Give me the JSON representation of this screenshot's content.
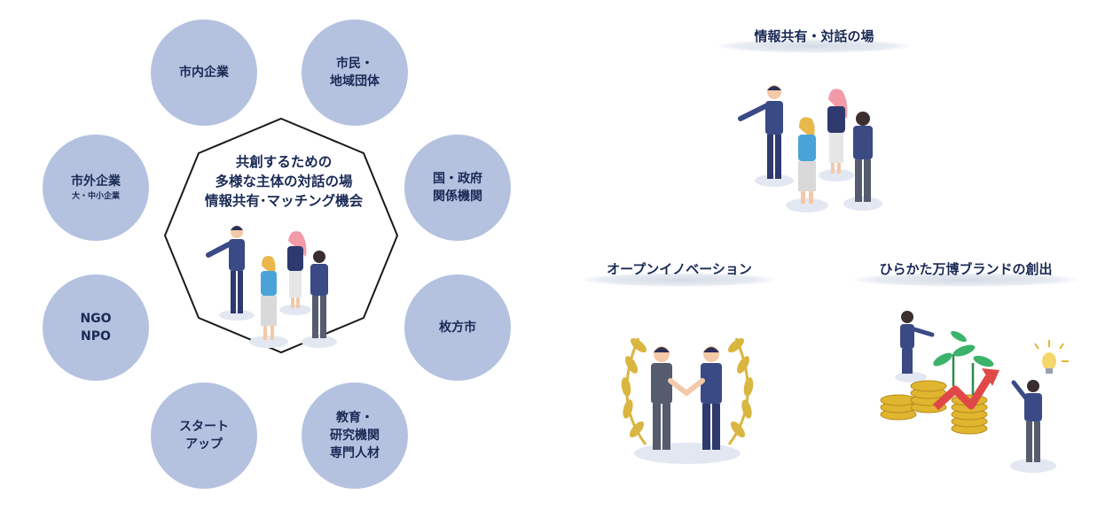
{
  "center": {
    "lines": [
      "共創するための",
      "多様な主体の対話の場",
      "情報共有･マッチング機会"
    ]
  },
  "stakeholders": [
    {
      "label": "市内企業",
      "sub": ""
    },
    {
      "label": "市民・\n地域団体",
      "sub": ""
    },
    {
      "label": "国・政府\n関係機関",
      "sub": ""
    },
    {
      "label": "枚方市",
      "sub": ""
    },
    {
      "label": "教育・\n研究機関\n専門人材",
      "sub": ""
    },
    {
      "label": "スタート\nアップ",
      "sub": ""
    },
    {
      "label": "NGO\nNPO",
      "sub": ""
    },
    {
      "label": "市外企業",
      "sub": "大・中小企業"
    }
  ],
  "sections": {
    "sharing": "情報共有・対話の場",
    "innovation": "オープンイノベーション",
    "brand": "ひらかた万博ブランドの創出"
  },
  "colors": {
    "circle": "#b4c2e0",
    "text": "#1a2a55",
    "suit": "#3a4a85",
    "laurel": "#d9b640",
    "coin": "#e0b530",
    "leaf": "#3bb36a",
    "arrow": "#e04848"
  }
}
